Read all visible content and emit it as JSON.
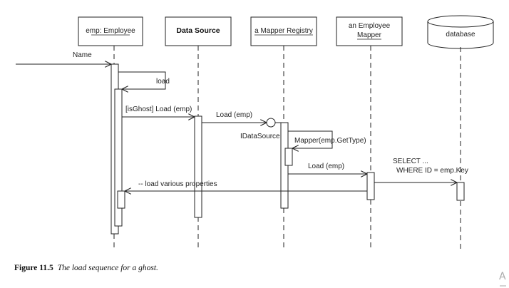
{
  "participants": [
    {
      "label": "emp: Employee",
      "underline": true,
      "bold": false
    },
    {
      "label": "Data Source",
      "underline": false,
      "bold": true
    },
    {
      "label": "a Mapper Registry",
      "underline": true,
      "bold": false
    },
    {
      "label_lines": [
        "an Employee",
        "Mapper"
      ],
      "underline": true,
      "bold": false
    },
    {
      "label": "database",
      "underline": false,
      "bold": false,
      "shape": "cylinder"
    }
  ],
  "messages": {
    "name": "Name",
    "load": "load",
    "is_ghost_load": "[isGhost] Load (emp)",
    "load_emp_1": "Load (emp)",
    "idatasource": "IDataSource",
    "mapper_get_type": "Mapper(emp.GetType)",
    "load_emp_2": "Load (emp)",
    "select_line1": "SELECT ...",
    "select_line2": "WHERE ID = emp.Key",
    "load_various": "-- load various properties"
  },
  "caption": {
    "number": "Figure 11.5",
    "text": "The load sequence for a ghost."
  },
  "corner_mark": "A",
  "colors": {
    "stroke": "#222222",
    "text": "#222222"
  }
}
